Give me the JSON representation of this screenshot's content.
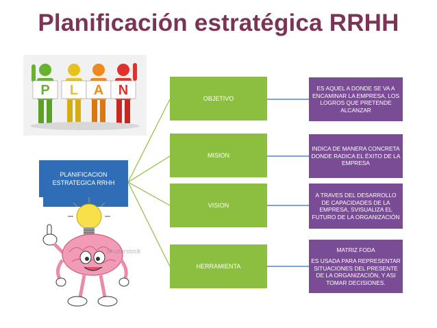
{
  "title": "Planificación estratégica RRHH",
  "root": {
    "label": "PLANIFICACION ESTRATEGICA RRHH"
  },
  "nodes": [
    {
      "label": "OBJETIVO",
      "desc": [
        "ES AQUEL A DONDE SE VA A ENCAMINAR LA EMPRESA, LOS LOGROS QUE PRETENDE ALCANZAR"
      ]
    },
    {
      "label": "MISION",
      "desc": [
        "INDICA DE MANERA CONCRETA DONDE RADICA EL ÉXITO DE LA EMPRESA"
      ]
    },
    {
      "label": "VISION",
      "desc": [
        "A TRAVES DEL DESARROLLO DE CAPACIDADES DE LA EMPRESA, SVISUALIZA EL FUTURO DE LA ORGANIZACIÓN"
      ]
    },
    {
      "label": "HERRAMIENTA",
      "desc": [
        "MATRIZ FODA",
        "ES USADA PARA REPRESENTAR SITUACIONES DEL PRESENTE DE LA ORGANIZACIÓN, Y ASI TOMAR DECISIONES."
      ]
    }
  ],
  "illustration": {
    "letters": [
      "P",
      "L",
      "A",
      "N"
    ],
    "watermark": "Shutterstock"
  },
  "colors": {
    "title": "#7b3456",
    "root": "#2f6eb6",
    "node": "#8cbf3f",
    "desc": "#7b4c96",
    "connector_green": "#8cbf3f",
    "connector_blue": "#2f6eb6"
  }
}
